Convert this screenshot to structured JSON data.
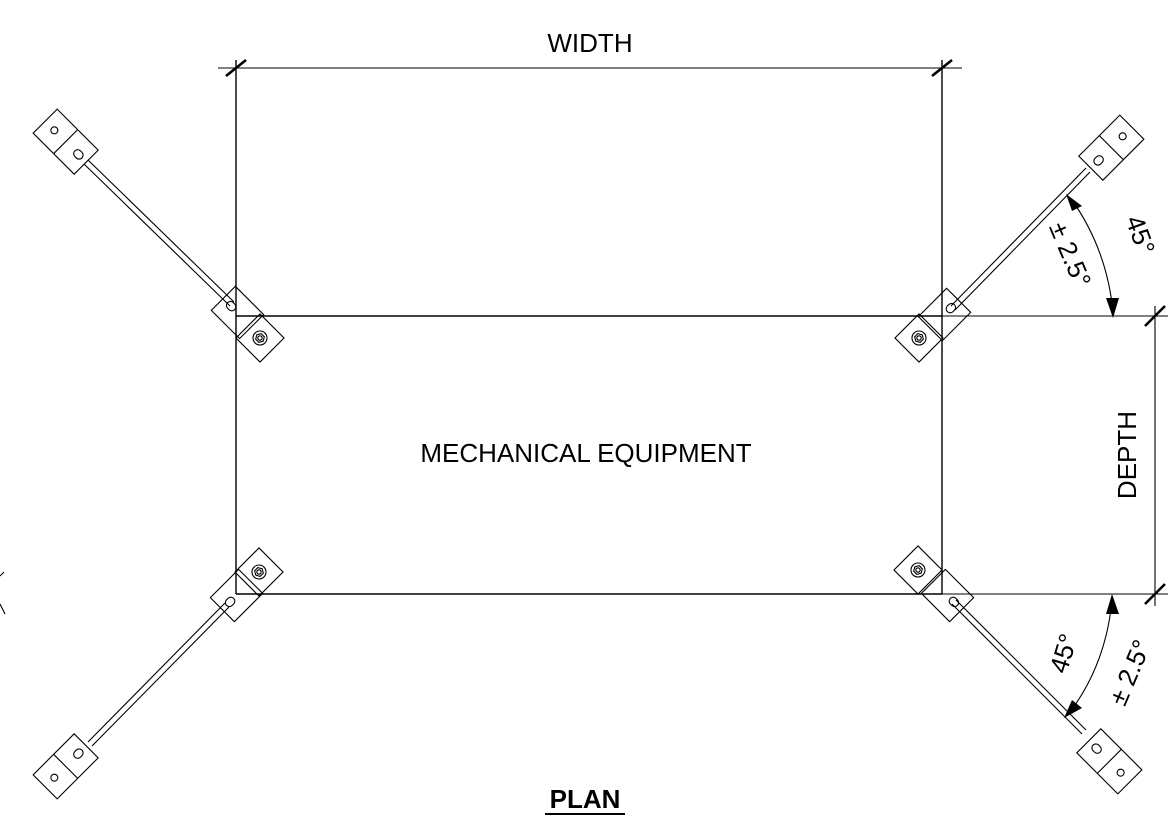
{
  "labels": {
    "width": "WIDTH",
    "depth": "DEPTH",
    "equipment": "MECHANICAL EQUIPMENT",
    "angle_top": "45°",
    "tolerance_top": "± 2.5°",
    "angle_bottom": "45°",
    "tolerance_bottom": "± 2.5°",
    "title": "PLAN"
  }
}
